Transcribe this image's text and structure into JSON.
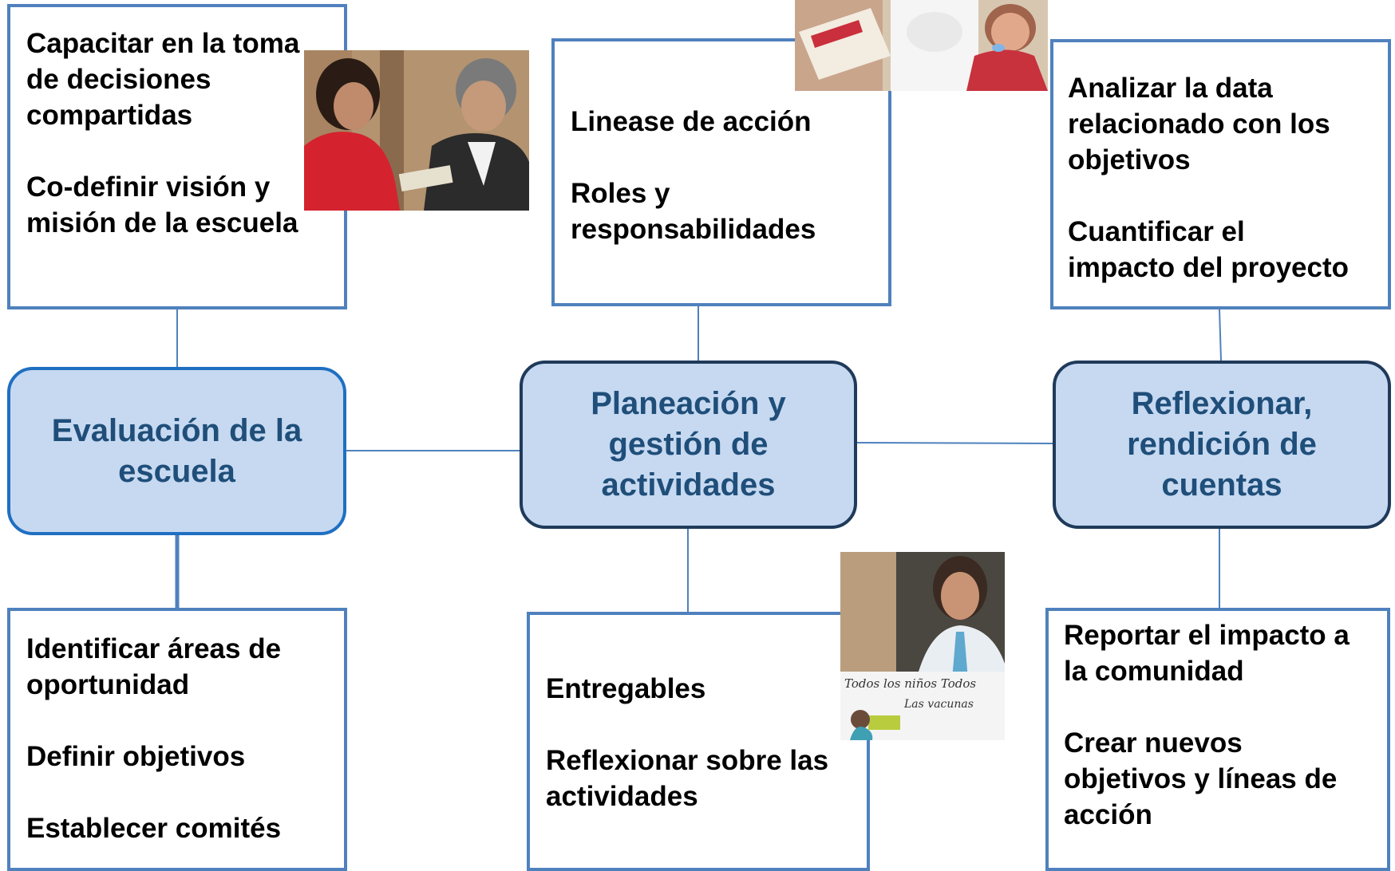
{
  "hubs": {
    "evaluacion": "Evaluación de la\nescuela",
    "planeacion": "Planeación y\ngestión  de\nactividades",
    "reflexionar": "Reflexionar,\nrendición de\ncuentas"
  },
  "boxes": {
    "evaluacion_top": {
      "item1": "Capacitar en la toma\nde decisiones\ncompartidas",
      "item2": "Co-definir visión y\nmisión de la escuela"
    },
    "evaluacion_bottom": {
      "item1": "Identificar áreas de\noportunidad",
      "item2": "Definir objetivos",
      "item3": "Establecer  comités"
    },
    "planeacion_top": {
      "item1": "Linease de acción",
      "item2": "Roles y\nresponsabilidades"
    },
    "planeacion_bottom": {
      "item1": "Entregables",
      "item2": "Reflexionar sobre las\nactividades"
    },
    "reflexionar_top": {
      "item1": "Analizar la data\nrelacionado con los\nobjetivos",
      "item2": "Cuantificar el\nimpacto del proyecto"
    },
    "reflexionar_bottom": {
      "item1": "Reportar el impacto a\nla comunidad",
      "item2": "Crear nuevos\nobjetivos y líneas de\nacción"
    }
  },
  "photos": {
    "photo_sign": {
      "line1": "Todos los niños Todos",
      "line2": "Las vacunas"
    }
  },
  "colors": {
    "box_border": "#4f81bd",
    "hub_fill": "#c6d9f1",
    "hub_text": "#1f4e79",
    "hub_border_light": "#1f6fc1",
    "hub_border_dark": "#1f3a5a"
  }
}
